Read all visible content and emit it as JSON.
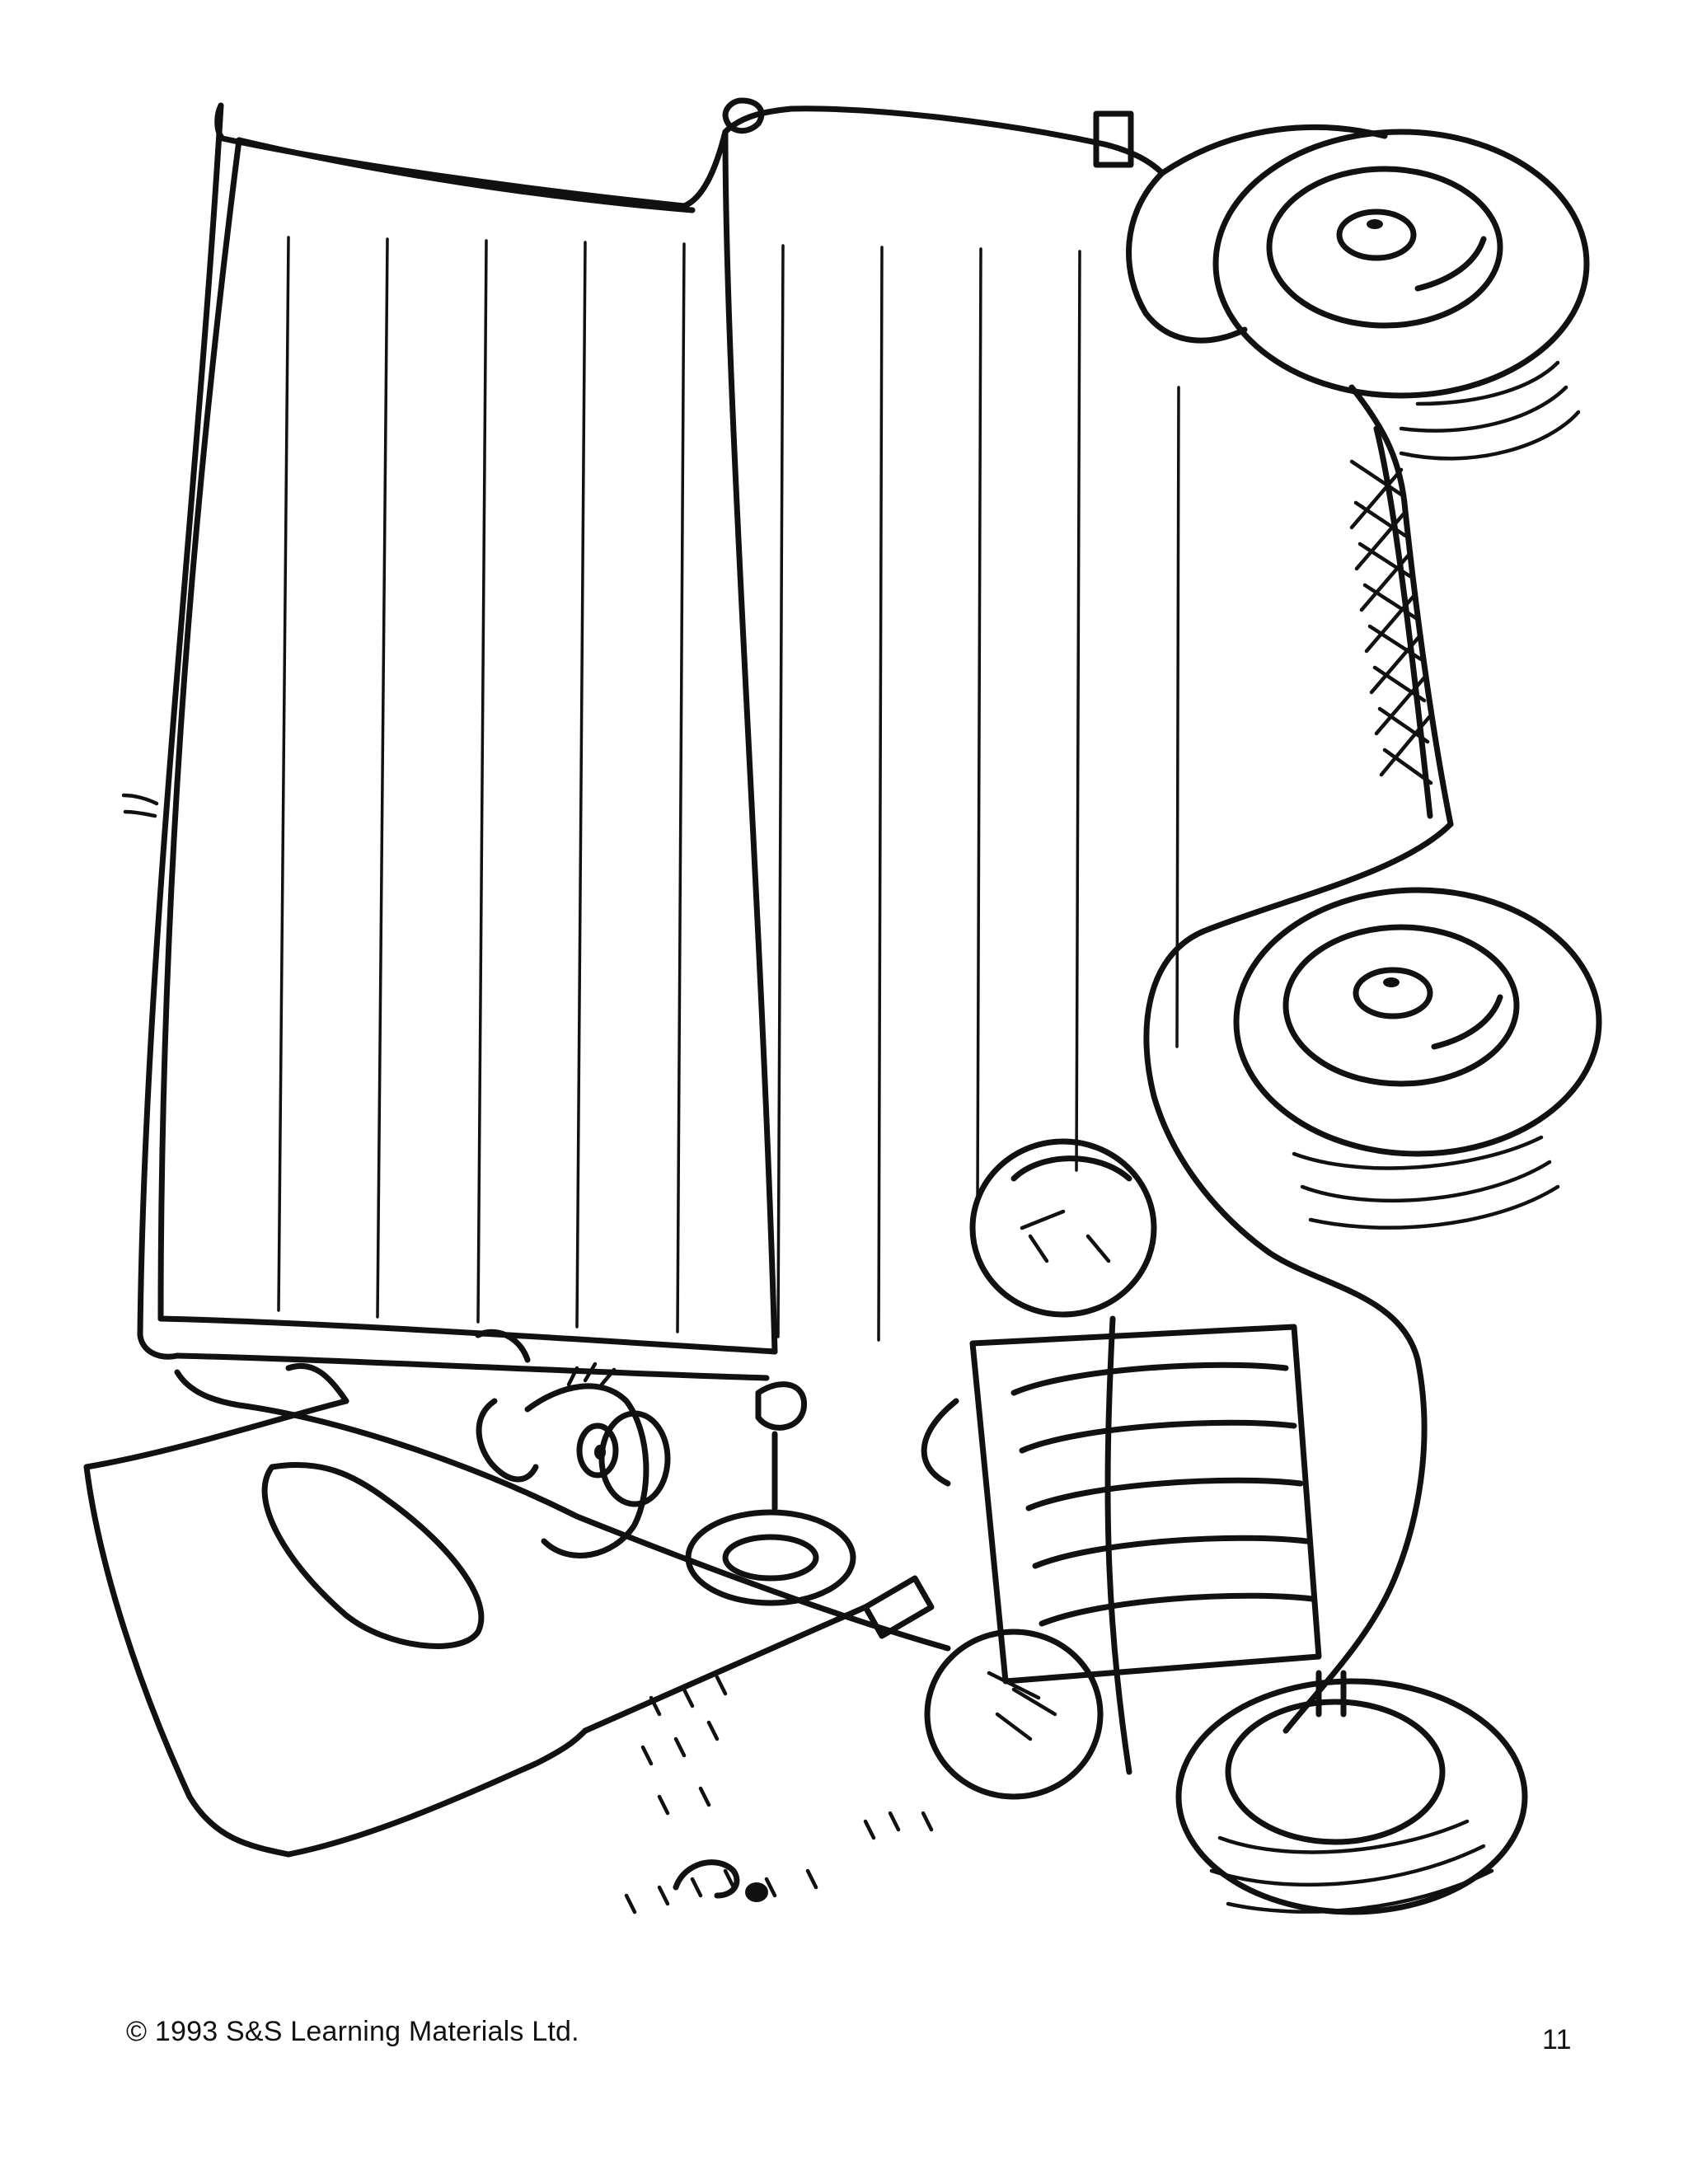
{
  "footer": {
    "copyright": "©  1993 S&S Learning Materials Ltd.",
    "page_number": "11"
  },
  "illustration": {
    "subject": "cartoon-car-writing-page",
    "icons": [
      "car-body-icon",
      "wheel-icon",
      "headlight-icon",
      "radiator-grille-icon",
      "driver-character-icon",
      "exhaust-pipe-icon"
    ],
    "ink_color": "#111111",
    "paper_color": "#ffffff"
  }
}
